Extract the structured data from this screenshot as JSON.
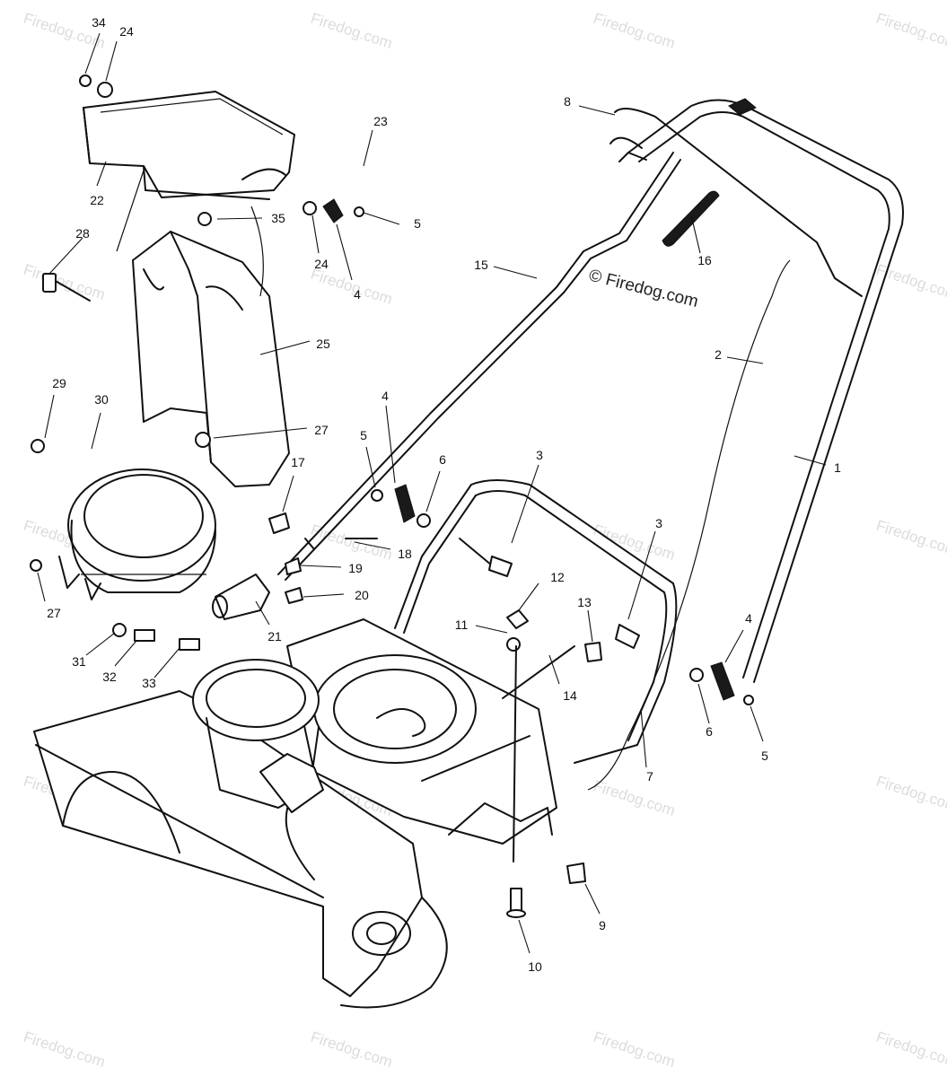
{
  "watermark": {
    "text": "Firedog.com",
    "main_text": "© Firedog.com"
  },
  "callouts": [
    "34",
    "24",
    "23",
    "8",
    "22",
    "35",
    "5",
    "24",
    "4",
    "28",
    "15",
    "16",
    "25",
    "2",
    "29",
    "30",
    "27",
    "4",
    "5",
    "6",
    "3",
    "1",
    "17",
    "18",
    "19",
    "3",
    "20",
    "27",
    "21",
    "12",
    "13",
    "11",
    "4",
    "31",
    "32",
    "33",
    "14",
    "6",
    "5",
    "7",
    "9",
    "10"
  ]
}
